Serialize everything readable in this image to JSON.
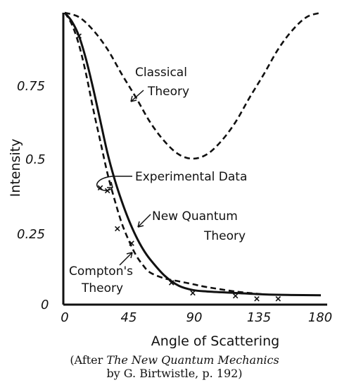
{
  "chart_data": {
    "type": "line",
    "xlabel": "Angle of Scattering",
    "ylabel": "Intensity",
    "xlim": [
      0,
      180
    ],
    "ylim": [
      0,
      1
    ],
    "x_ticks": [
      "0",
      "45",
      "90",
      "135",
      "180"
    ],
    "y_ticks": [
      "0",
      "0.25",
      "0.5",
      "0.75"
    ],
    "series": [
      {
        "name": "Classical Theory",
        "style": "dashed",
        "x": [
          0,
          10,
          20,
          30,
          40,
          50,
          60,
          70,
          80,
          90,
          100,
          110,
          120,
          130,
          140,
          150,
          160,
          170,
          180
        ],
        "y": [
          1.0,
          0.985,
          0.94,
          0.875,
          0.79,
          0.71,
          0.625,
          0.56,
          0.515,
          0.5,
          0.515,
          0.56,
          0.625,
          0.71,
          0.79,
          0.875,
          0.94,
          0.985,
          1.0
        ]
      },
      {
        "name": "New Quantum Theory",
        "style": "solid",
        "x": [
          0,
          5,
          10,
          15,
          20,
          25,
          30,
          35,
          40,
          45,
          50,
          55,
          60,
          70,
          80,
          90,
          100,
          120,
          140,
          160,
          180
        ],
        "y": [
          1.0,
          0.97,
          0.92,
          0.84,
          0.74,
          0.63,
          0.52,
          0.43,
          0.355,
          0.29,
          0.235,
          0.19,
          0.155,
          0.1,
          0.065,
          0.05,
          0.045,
          0.04,
          0.035,
          0.033,
          0.032
        ]
      },
      {
        "name": "Compton's Theory",
        "style": "dashed",
        "x": [
          0,
          5,
          10,
          15,
          20,
          25,
          30,
          35,
          40,
          45,
          50,
          55,
          60,
          70,
          80,
          90,
          100,
          120,
          140
        ],
        "y": [
          1.0,
          0.96,
          0.89,
          0.79,
          0.67,
          0.56,
          0.45,
          0.36,
          0.28,
          0.22,
          0.17,
          0.135,
          0.11,
          0.09,
          0.08,
          0.07,
          0.06,
          0.045,
          0.035
        ]
      },
      {
        "name": "Experimental Data",
        "style": "markers",
        "x": [
          10,
          25,
          30,
          37,
          47,
          75,
          90,
          120,
          135,
          150
        ],
        "y": [
          0.92,
          0.4,
          0.39,
          0.26,
          0.21,
          0.075,
          0.04,
          0.03,
          0.02,
          0.02
        ]
      }
    ],
    "annotations": {
      "classical_line1": "Classical",
      "classical_line2": "Theory",
      "experimental": "Experimental Data",
      "new_quantum_line1": "New Quantum",
      "new_quantum_line2": "Theory",
      "compton_line1": "Compton's",
      "compton_line2": "Theory"
    }
  },
  "caption": {
    "line1_prefix": "(After ",
    "line1_title": "The New Quantum Mechanics",
    "line2": "by G. Birtwistle, p. 192)"
  }
}
